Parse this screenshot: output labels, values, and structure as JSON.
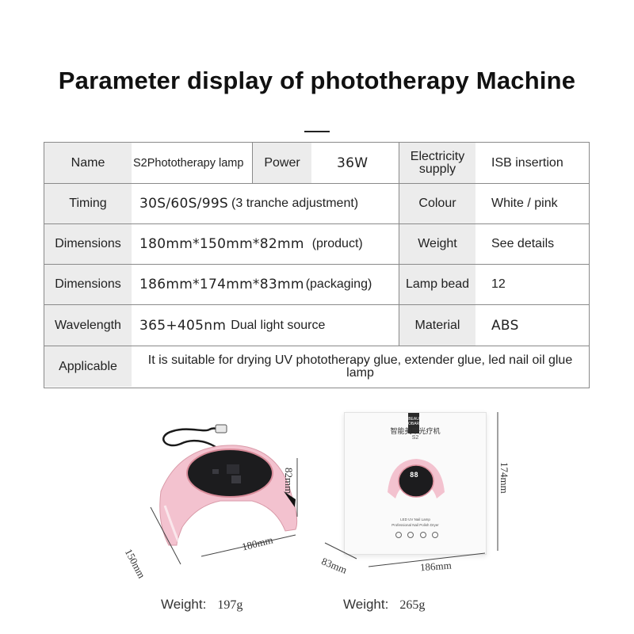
{
  "title": "Parameter display of phototherapy Machine",
  "table": {
    "row1": {
      "name_label": "Name",
      "name_value": "S2Phototherapy lamp",
      "power_label": "Power",
      "power_value": "36W",
      "electricity_label_line1": "Electricity",
      "electricity_label_line2": "supply",
      "electricity_value": "ISB insertion"
    },
    "row2": {
      "timing_label": "Timing",
      "timing_value": "30S/60S/99S",
      "timing_note": "(3 tranche adjustment)",
      "colour_label": "Colour",
      "colour_value": "White / pink"
    },
    "row3": {
      "dim_label": "Dimensions",
      "dim_value": "180mm*150mm*82mm",
      "dim_note": "(product)",
      "weight_label": "Weight",
      "weight_value": "See details"
    },
    "row4": {
      "dim_label": "Dimensions",
      "dim_value": "186mm*174mm*83mm",
      "dim_note": "(packaging)",
      "bead_label": "Lamp bead",
      "bead_value": "12"
    },
    "row5": {
      "wave_label": "Wavelength",
      "wave_value": "365+405nm",
      "wave_note": "Dual light source",
      "material_label": "Material",
      "material_value": "ABS"
    },
    "row6": {
      "applicable_label": "Applicable",
      "applicable_value": "It is suitable for drying UV phototherapy glue, extender glue, led nail oil glue lamp"
    }
  },
  "product": {
    "dim_height": "82mm",
    "dim_width": "180mm",
    "dim_depth": "150mm",
    "weight_label": "Weight:",
    "weight_value": "197g"
  },
  "package": {
    "brand_line1": "BEAU",
    "brand_line2": "OBAR",
    "box_title": "智能美甲光疗机",
    "box_model": "S2",
    "display_digits": "88",
    "box_line1": "LED UV Nail Lamp",
    "box_line2": "Professional Nail Polish Dryer",
    "dim_height": "174mm",
    "dim_width": "186mm",
    "dim_depth": "83mm",
    "weight_label": "Weight:",
    "weight_value": "265g"
  },
  "colors": {
    "lamp_pink": "#f3c2cf",
    "panel_black": "#1c1c1e",
    "rose_rim": "#d98c9a",
    "table_border": "#8a8a8a",
    "label_bg": "#ececec"
  }
}
